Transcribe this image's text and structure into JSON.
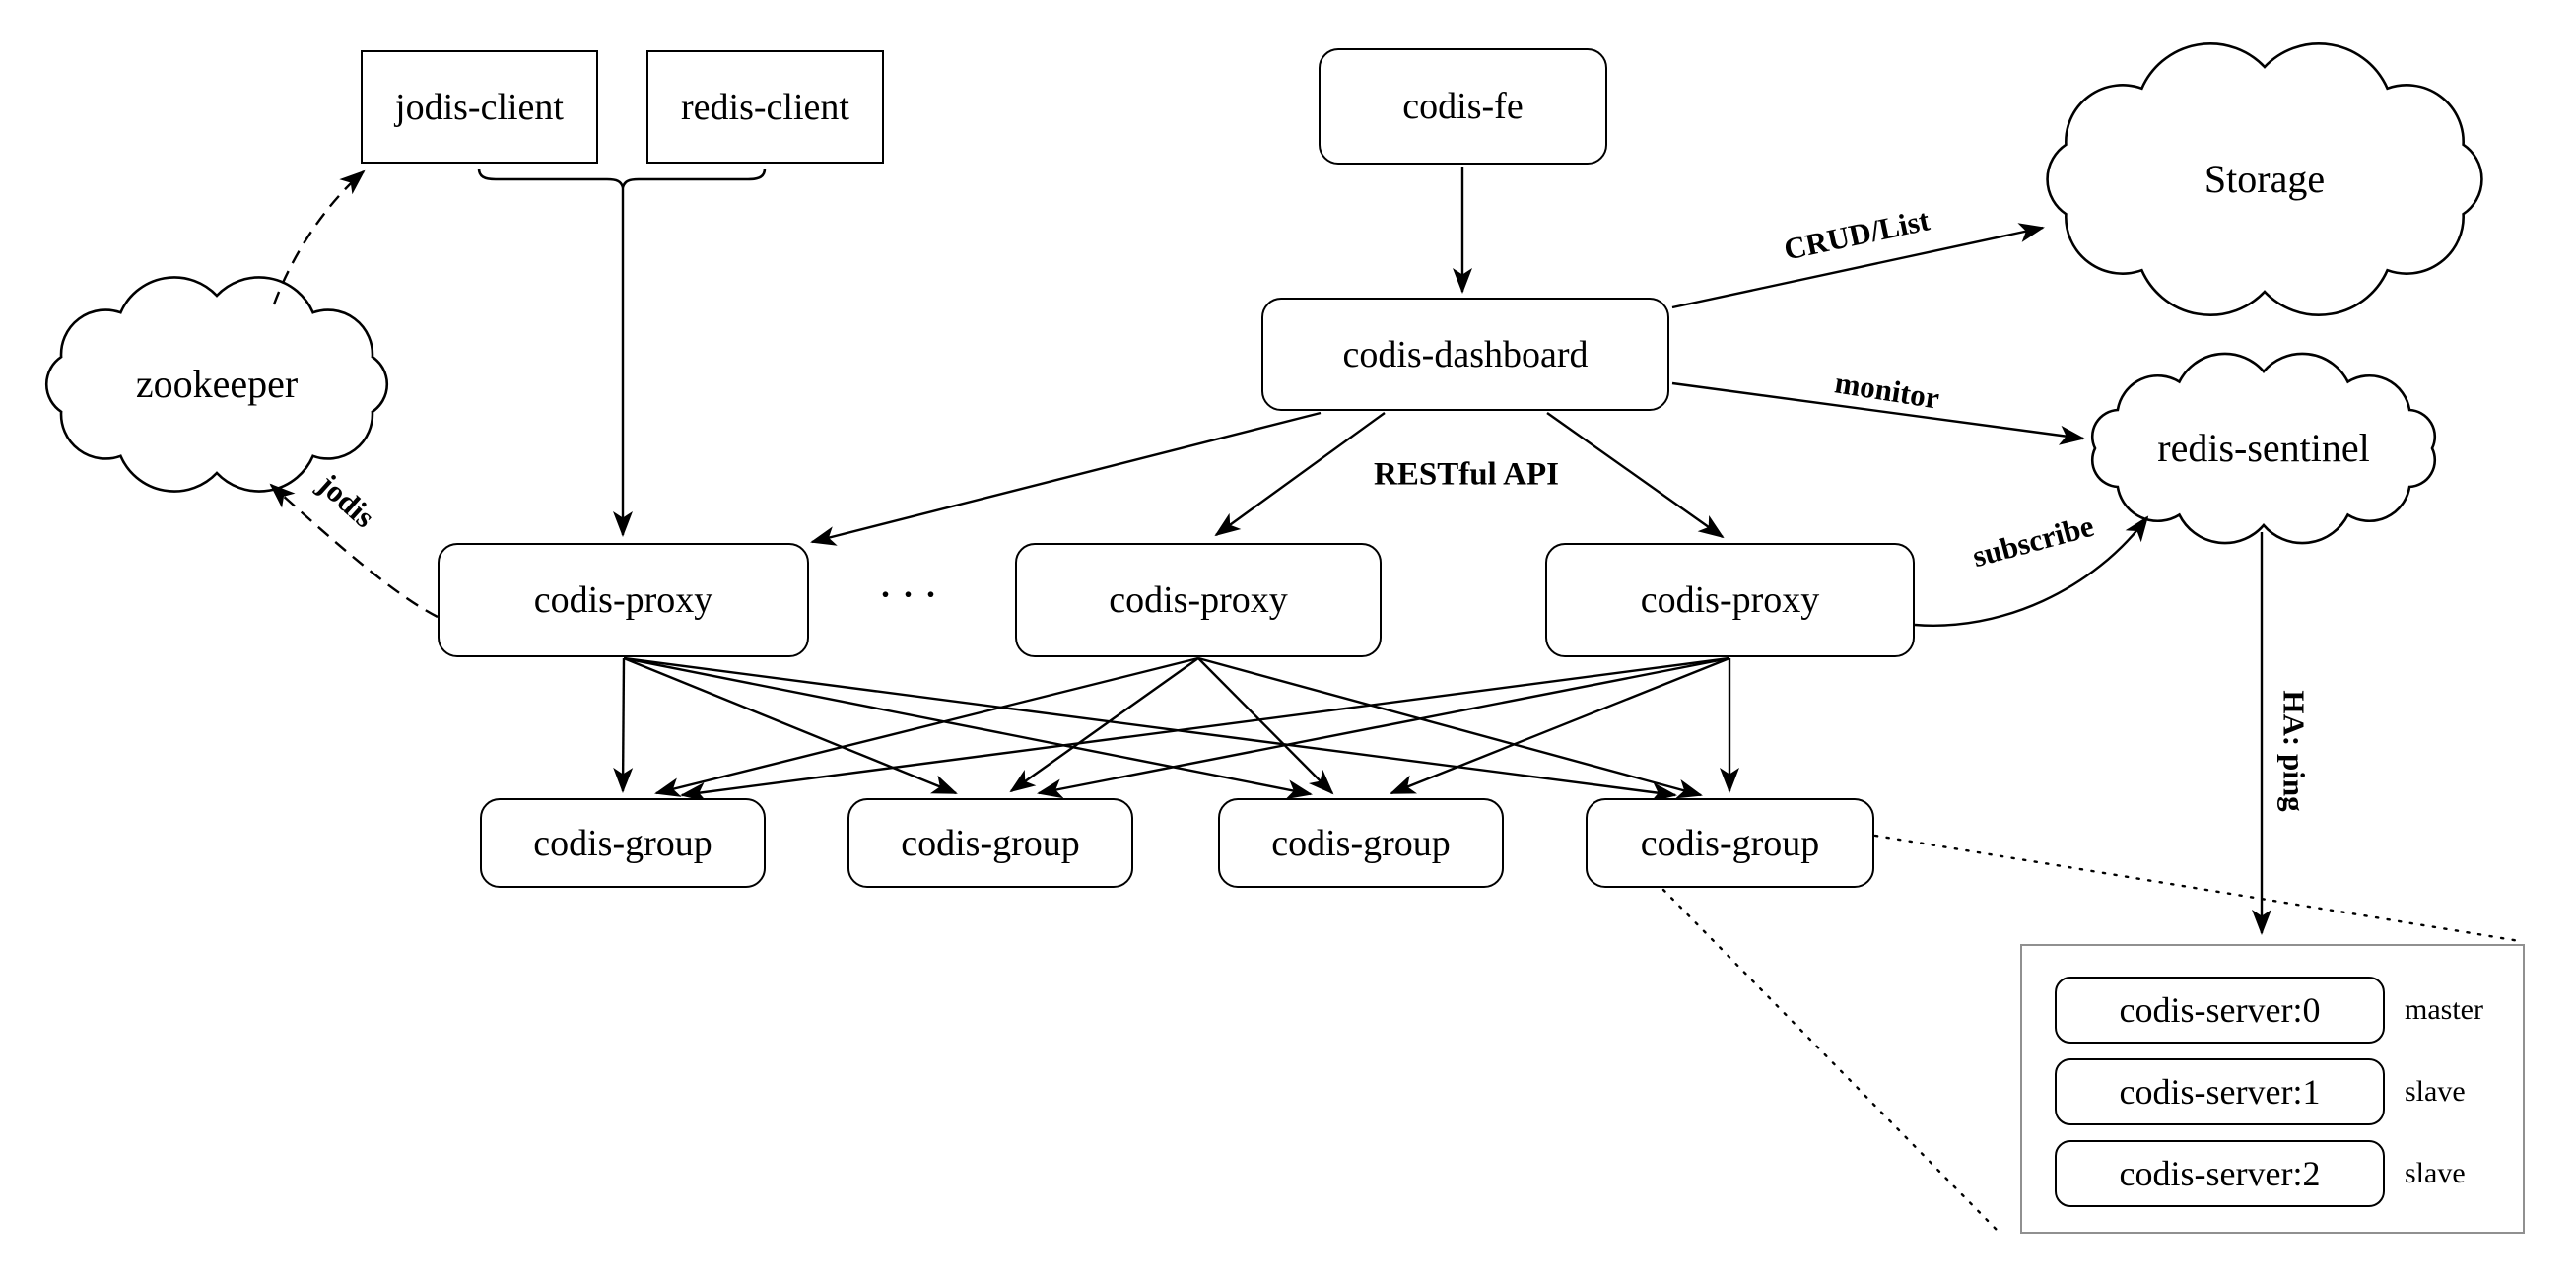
{
  "nodes": {
    "jodis_client": "jodis-client",
    "redis_client": "redis-client",
    "codis_fe": "codis-fe",
    "codis_dashboard": "codis-dashboard",
    "codis_proxy_1": "codis-proxy",
    "codis_proxy_2": "codis-proxy",
    "codis_proxy_3": "codis-proxy",
    "proxy_ellipsis": "···",
    "codis_group_1": "codis-group",
    "codis_group_2": "codis-group",
    "codis_group_3": "codis-group",
    "codis_group_4": "codis-group",
    "zookeeper": "zookeeper",
    "storage": "Storage",
    "redis_sentinel": "redis-sentinel",
    "codis_server_0": "codis-server:0",
    "codis_server_1": "codis-server:1",
    "codis_server_2": "codis-server:2"
  },
  "server_roles": {
    "server_0": "master",
    "server_1": "slave",
    "server_2": "slave"
  },
  "edge_labels": {
    "crud_list": "CRUD/List",
    "monitor": "monitor",
    "restful_api": "RESTful API",
    "subscribe": "subscribe",
    "jodis": "jodis",
    "ha_ping": "HA: ping"
  },
  "colors": {
    "stroke": "#000000",
    "background": "#ffffff",
    "container_border": "#909090"
  }
}
